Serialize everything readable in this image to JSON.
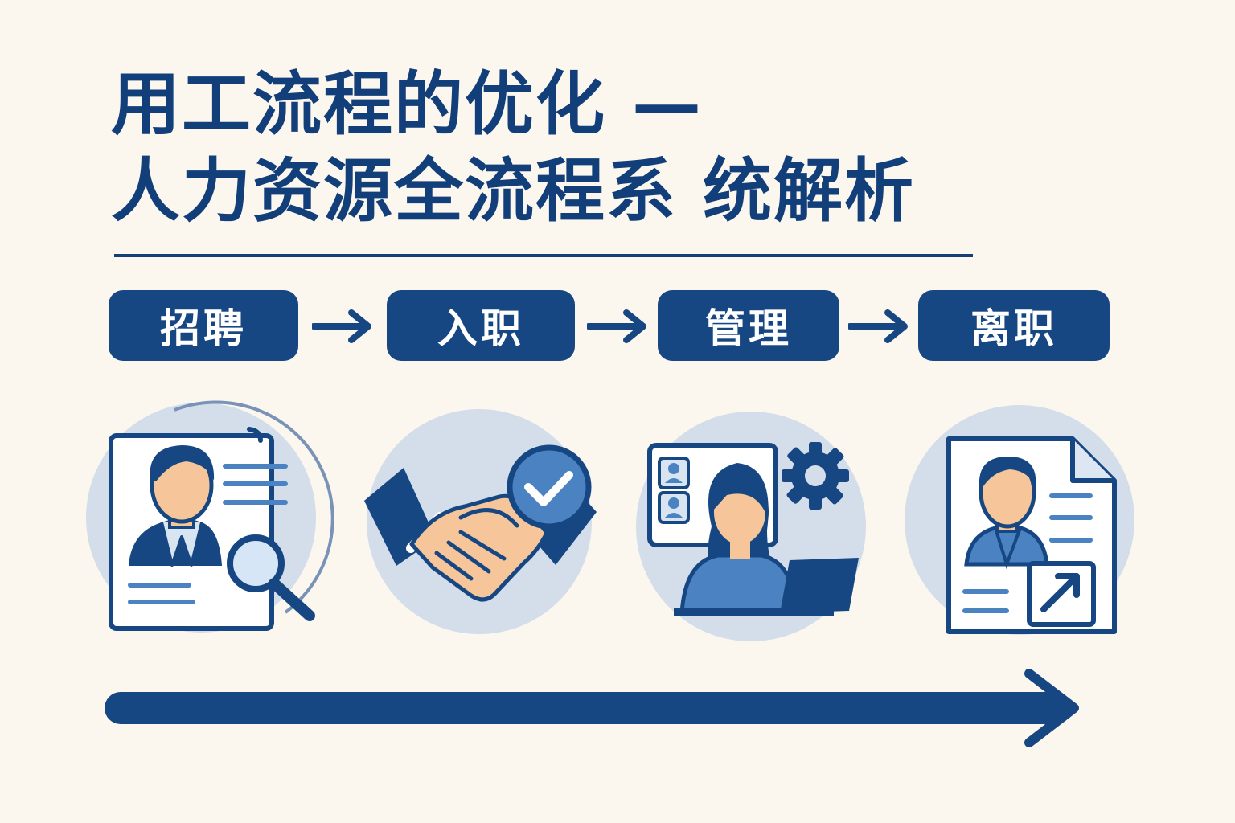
{
  "title": {
    "line1": "用工流程的优化 —",
    "line2": "人力资源全流程系 统解析"
  },
  "stages": [
    {
      "label": "招聘",
      "icon": "recruitment-resume-magnifier-icon"
    },
    {
      "label": "入职",
      "icon": "onboarding-handshake-check-icon"
    },
    {
      "label": "管理",
      "icon": "management-employee-computer-gear-icon"
    },
    {
      "label": "离职",
      "icon": "offboarding-document-exit-icon"
    }
  ],
  "colors": {
    "background": "#fbf7ef",
    "primary_blue": "#174782",
    "light_blue_circle": "#d3deea",
    "accent_blue": "#4b83c2",
    "skin": "#f6c69a"
  }
}
